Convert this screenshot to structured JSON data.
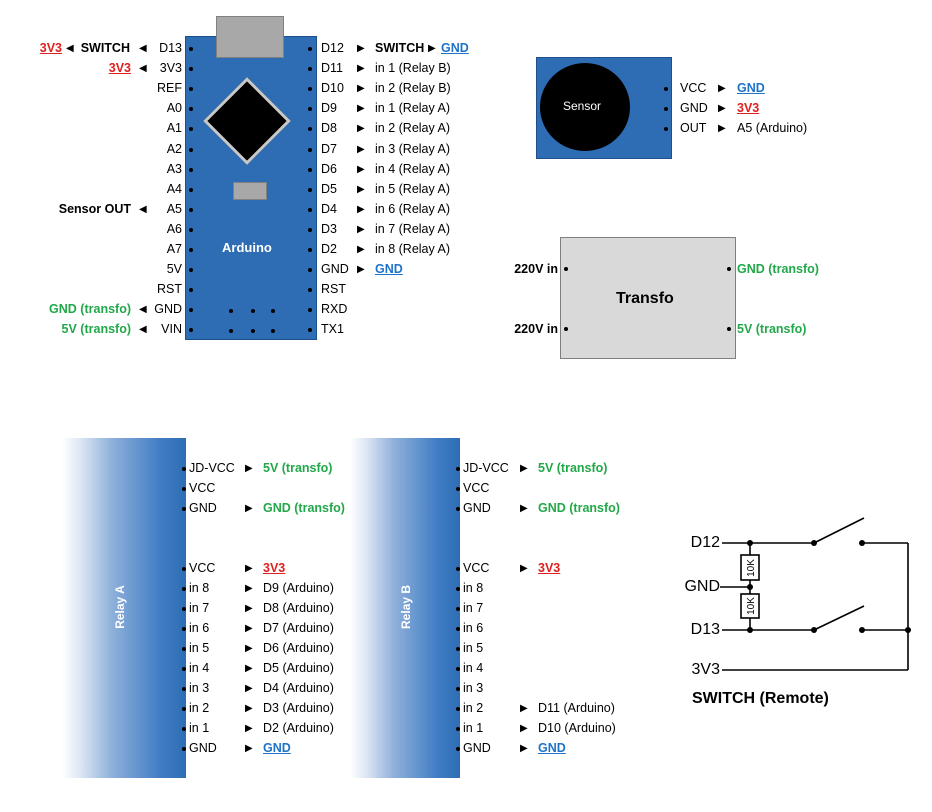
{
  "arduino": {
    "name": "Arduino",
    "left_pins": [
      "D13",
      "3V3",
      "REF",
      "A0",
      "A1",
      "A2",
      "A3",
      "A4",
      "A5",
      "A6",
      "A7",
      "5V",
      "RST",
      "GND",
      "VIN"
    ],
    "right_pins": [
      "D12",
      "D11",
      "D10",
      "D9",
      "D8",
      "D7",
      "D6",
      "D5",
      "D4",
      "D3",
      "D2",
      "GND",
      "RST",
      "RXD",
      "TX1"
    ],
    "left_connections": [
      {
        "a": "3V3",
        "a_style": "red",
        "b": "SWITCH",
        "b_style": "bold",
        "row": 0
      },
      {
        "a": "3V3",
        "a_style": "red",
        "b": "",
        "b_style": "",
        "row": 1
      },
      {
        "a": "Sensor OUT",
        "a_style": "bold",
        "b": "",
        "b_style": "",
        "row": 8
      },
      {
        "a": "GND (transfo)",
        "a_style": "green",
        "b": "",
        "b_style": "",
        "row": 13
      },
      {
        "a": "5V (transfo)",
        "a_style": "green",
        "b": "",
        "b_style": "",
        "row": 14
      }
    ],
    "right_connections": [
      {
        "row": 0,
        "text": "SWITCH",
        "style": "bold",
        "extra": "GND",
        "extra_style": "blue"
      },
      {
        "row": 1,
        "text": "in 1 (Relay B)",
        "style": ""
      },
      {
        "row": 2,
        "text": "in 2  (Relay B)",
        "style": ""
      },
      {
        "row": 3,
        "text": "in 1 (Relay A)",
        "style": ""
      },
      {
        "row": 4,
        "text": "in 2 (Relay A)",
        "style": ""
      },
      {
        "row": 5,
        "text": "in 3 (Relay A)",
        "style": ""
      },
      {
        "row": 6,
        "text": "in 4 (Relay A)",
        "style": ""
      },
      {
        "row": 7,
        "text": "in 5 (Relay A)",
        "style": ""
      },
      {
        "row": 8,
        "text": "in 6 (Relay A)",
        "style": ""
      },
      {
        "row": 9,
        "text": "in 7 (Relay A)",
        "style": ""
      },
      {
        "row": 10,
        "text": "in 8 (Relay A)",
        "style": ""
      },
      {
        "row": 11,
        "text": "GND",
        "style": "blue"
      }
    ]
  },
  "sensor": {
    "name": "Sensor",
    "pins": [
      {
        "pin": "VCC",
        "to": "GND",
        "style": "blue"
      },
      {
        "pin": "GND",
        "to": "3V3",
        "style": "red"
      },
      {
        "pin": "OUT",
        "to": "A5 (Arduino)",
        "style": ""
      }
    ]
  },
  "transfo": {
    "name": "Transfo",
    "left_top": "220V in",
    "left_bottom": "220V in",
    "right_top": "GND (transfo)",
    "right_bottom": "5V (transfo)"
  },
  "relay_a": {
    "name": "Relay A",
    "rows": [
      {
        "pin": "JD-VCC",
        "to": "5V (transfo)",
        "style": "green"
      },
      {
        "pin": "VCC",
        "to": "",
        "style": ""
      },
      {
        "pin": "GND",
        "to": "GND (transfo)",
        "style": "green"
      },
      {
        "pin": "VCC",
        "to": "3V3",
        "style": "red"
      },
      {
        "pin": "in 8",
        "to": "D9  (Arduino)",
        "style": ""
      },
      {
        "pin": "in 7",
        "to": "D8  (Arduino)",
        "style": ""
      },
      {
        "pin": "in 6",
        "to": "D7  (Arduino)",
        "style": ""
      },
      {
        "pin": "in 5",
        "to": "D6  (Arduino)",
        "style": ""
      },
      {
        "pin": "in 4",
        "to": "D5  (Arduino)",
        "style": ""
      },
      {
        "pin": "in 3",
        "to": "D4  (Arduino)",
        "style": ""
      },
      {
        "pin": "in 2",
        "to": "D3  (Arduino)",
        "style": ""
      },
      {
        "pin": "in 1",
        "to": "D2  (Arduino)",
        "style": ""
      },
      {
        "pin": "GND",
        "to": "GND",
        "style": "blue"
      }
    ]
  },
  "relay_b": {
    "name": "Relay B",
    "rows": [
      {
        "pin": "JD-VCC",
        "to": "5V (transfo)",
        "style": "green"
      },
      {
        "pin": "VCC",
        "to": "",
        "style": ""
      },
      {
        "pin": "GND",
        "to": "GND (transfo)",
        "style": "green"
      },
      {
        "pin": "VCC",
        "to": "3V3",
        "style": "red"
      },
      {
        "pin": "in 8",
        "to": "",
        "style": ""
      },
      {
        "pin": "in 7",
        "to": "",
        "style": ""
      },
      {
        "pin": "in 6",
        "to": "",
        "style": ""
      },
      {
        "pin": "in 5",
        "to": "",
        "style": ""
      },
      {
        "pin": "in 4",
        "to": "",
        "style": ""
      },
      {
        "pin": "in 3",
        "to": "",
        "style": ""
      },
      {
        "pin": "in 2",
        "to": "D11 (Arduino)",
        "style": ""
      },
      {
        "pin": "in 1",
        "to": "D10 (Arduino)",
        "style": ""
      },
      {
        "pin": "GND",
        "to": "GND",
        "style": "blue"
      }
    ]
  },
  "switch": {
    "title": "SWITCH (Remote)",
    "labels": [
      "D12",
      "GND",
      "D13",
      "3V3"
    ],
    "resistors": [
      "10K",
      "10K"
    ]
  }
}
